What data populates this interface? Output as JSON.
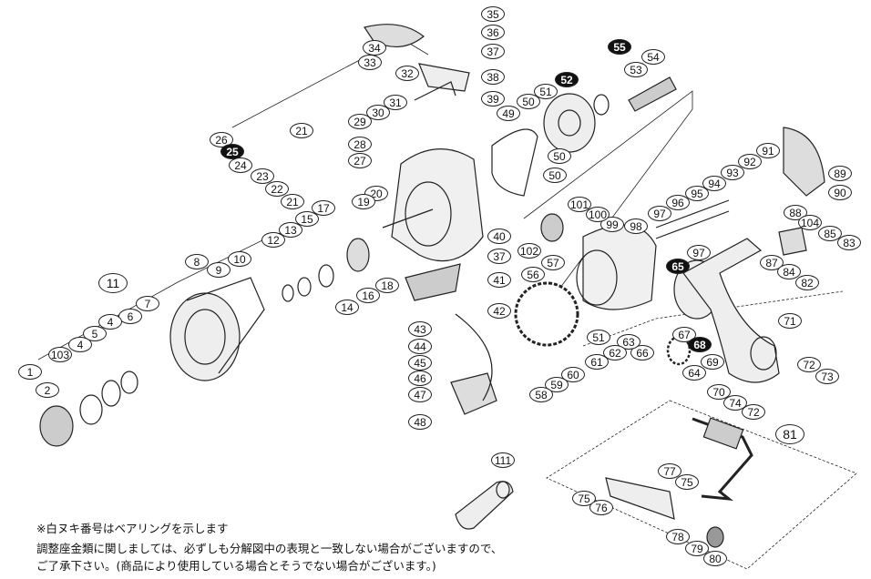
{
  "title": "Exploded parts diagram",
  "parts": [
    {
      "n": "35"
    },
    {
      "n": "36"
    },
    {
      "n": "34"
    },
    {
      "n": "37"
    },
    {
      "n": "33"
    },
    {
      "n": "32"
    },
    {
      "n": "38"
    },
    {
      "n": "39"
    },
    {
      "n": "55",
      "bearing": true
    },
    {
      "n": "54"
    },
    {
      "n": "53"
    },
    {
      "n": "52",
      "bearing": true
    },
    {
      "n": "51"
    },
    {
      "n": "50"
    },
    {
      "n": "49"
    },
    {
      "n": "31"
    },
    {
      "n": "30"
    },
    {
      "n": "29"
    },
    {
      "n": "28"
    },
    {
      "n": "27"
    },
    {
      "n": "26"
    },
    {
      "n": "21"
    },
    {
      "n": "25",
      "bearing": true
    },
    {
      "n": "24"
    },
    {
      "n": "23"
    },
    {
      "n": "22"
    },
    {
      "n": "21"
    },
    {
      "n": "20"
    },
    {
      "n": "19"
    },
    {
      "n": "18"
    },
    {
      "n": "17"
    },
    {
      "n": "16"
    },
    {
      "n": "15"
    },
    {
      "n": "14"
    },
    {
      "n": "13"
    },
    {
      "n": "12"
    },
    {
      "n": "11",
      "group": true
    },
    {
      "n": "10"
    },
    {
      "n": "9"
    },
    {
      "n": "8"
    },
    {
      "n": "7"
    },
    {
      "n": "6"
    },
    {
      "n": "4"
    },
    {
      "n": "5"
    },
    {
      "n": "4"
    },
    {
      "n": "103"
    },
    {
      "n": "2"
    },
    {
      "n": "1"
    },
    {
      "n": "50"
    },
    {
      "n": "50"
    },
    {
      "n": "40"
    },
    {
      "n": "37"
    },
    {
      "n": "41"
    },
    {
      "n": "42"
    },
    {
      "n": "43"
    },
    {
      "n": "44"
    },
    {
      "n": "45"
    },
    {
      "n": "46"
    },
    {
      "n": "47"
    },
    {
      "n": "48"
    },
    {
      "n": "91"
    },
    {
      "n": "92"
    },
    {
      "n": "93"
    },
    {
      "n": "94"
    },
    {
      "n": "95"
    },
    {
      "n": "96"
    },
    {
      "n": "97"
    },
    {
      "n": "98"
    },
    {
      "n": "99"
    },
    {
      "n": "100"
    },
    {
      "n": "101"
    },
    {
      "n": "102"
    },
    {
      "n": "57"
    },
    {
      "n": "56"
    },
    {
      "n": "97"
    },
    {
      "n": "65",
      "bearing": true
    },
    {
      "n": "89"
    },
    {
      "n": "90"
    },
    {
      "n": "88"
    },
    {
      "n": "104"
    },
    {
      "n": "85"
    },
    {
      "n": "83"
    },
    {
      "n": "87"
    },
    {
      "n": "84"
    },
    {
      "n": "82"
    },
    {
      "n": "67"
    },
    {
      "n": "68",
      "bearing": true
    },
    {
      "n": "66"
    },
    {
      "n": "63"
    },
    {
      "n": "62"
    },
    {
      "n": "61"
    },
    {
      "n": "51"
    },
    {
      "n": "60"
    },
    {
      "n": "59"
    },
    {
      "n": "58"
    },
    {
      "n": "64"
    },
    {
      "n": "69"
    },
    {
      "n": "71"
    },
    {
      "n": "72"
    },
    {
      "n": "73"
    },
    {
      "n": "70"
    },
    {
      "n": "74"
    },
    {
      "n": "72"
    },
    {
      "n": "81",
      "group": true
    },
    {
      "n": "111"
    },
    {
      "n": "77"
    },
    {
      "n": "75"
    },
    {
      "n": "75"
    },
    {
      "n": "76"
    },
    {
      "n": "78"
    },
    {
      "n": "79"
    },
    {
      "n": "80"
    }
  ],
  "notes": {
    "bearing_note": "※白ヌキ番号はベアリングを示します",
    "line1": "調整座金類に関しましては、必ずしも分解図中の表現と一致しない場合がございますので、",
    "line2": "ご了承下さい。(商品により使用している場合とそうでない場合がございます。)"
  },
  "colors": {
    "ink": "#111111",
    "shade": "#9a9a9a",
    "bearing_fill": "#111111"
  }
}
